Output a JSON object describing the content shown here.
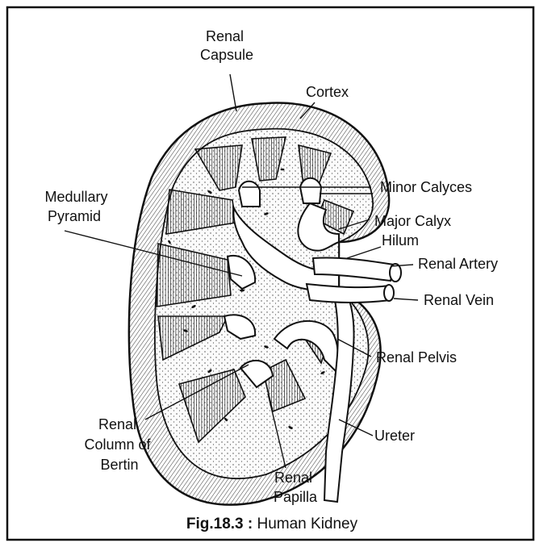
{
  "labels": {
    "renal_capsule": [
      "Renal",
      "Capsule"
    ],
    "cortex": "Cortex",
    "medullary_pyramid": [
      "Medullary",
      "Pyramid"
    ],
    "minor_calyces": "Minor Calyces",
    "major_calyx": "Major Calyx",
    "hilum": "Hilum",
    "renal_artery": "Renal Artery",
    "renal_vein": "Renal Vein",
    "renal_pelvis": "Renal Pelvis",
    "ureter": "Ureter",
    "renal_column": [
      "Renal",
      "Column of",
      "Bertin"
    ],
    "renal_papilla": [
      "Renal",
      "Papilla"
    ]
  },
  "caption": {
    "fig_number": "Fig.18.3",
    "separator": " : ",
    "title": "Human Kidney"
  }
}
